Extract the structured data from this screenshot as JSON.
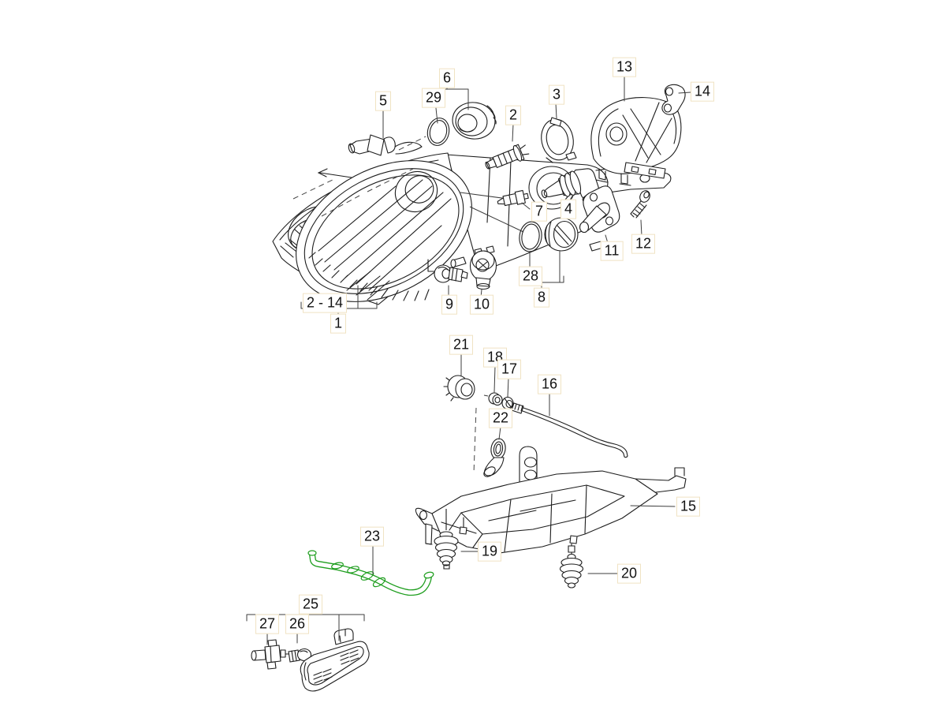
{
  "page": {
    "kind": "exploded-parts-diagram",
    "subject": "Headlight assembly, mounting bracket, vent hose and side marker lamp",
    "background_color": "#ffffff",
    "drawing": {
      "stroke_color": "#1d1d1d",
      "leader_color": "#3d3d3d",
      "hose_color": "#1f9e1f",
      "callout_box_border": "#f0e3c3",
      "callout_box_fill": "#ffffff"
    },
    "icons": {
      "direction_arrow_icon": "↖"
    },
    "callouts": [
      {
        "id": "5",
        "text": "5"
      },
      {
        "id": "6",
        "text": "6"
      },
      {
        "id": "29",
        "text": "29"
      },
      {
        "id": "2",
        "text": "2"
      },
      {
        "id": "3",
        "text": "3"
      },
      {
        "id": "13",
        "text": "13"
      },
      {
        "id": "14",
        "text": "14"
      },
      {
        "id": "7",
        "text": "7"
      },
      {
        "id": "4",
        "text": "4"
      },
      {
        "id": "11",
        "text": "11"
      },
      {
        "id": "12",
        "text": "12"
      },
      {
        "id": "28",
        "text": "28"
      },
      {
        "id": "8",
        "text": "8"
      },
      {
        "id": "9",
        "text": "9"
      },
      {
        "id": "10",
        "text": "10"
      },
      {
        "id": "2-14",
        "text": "2 - 14"
      },
      {
        "id": "1",
        "text": "1"
      },
      {
        "id": "21",
        "text": "21"
      },
      {
        "id": "18",
        "text": "18"
      },
      {
        "id": "17",
        "text": "17"
      },
      {
        "id": "16",
        "text": "16"
      },
      {
        "id": "22",
        "text": "22"
      },
      {
        "id": "15",
        "text": "15"
      },
      {
        "id": "19",
        "text": "19"
      },
      {
        "id": "20",
        "text": "20"
      },
      {
        "id": "23",
        "text": "23"
      },
      {
        "id": "25",
        "text": "25"
      },
      {
        "id": "27",
        "text": "27"
      },
      {
        "id": "26",
        "text": "26"
      }
    ]
  }
}
